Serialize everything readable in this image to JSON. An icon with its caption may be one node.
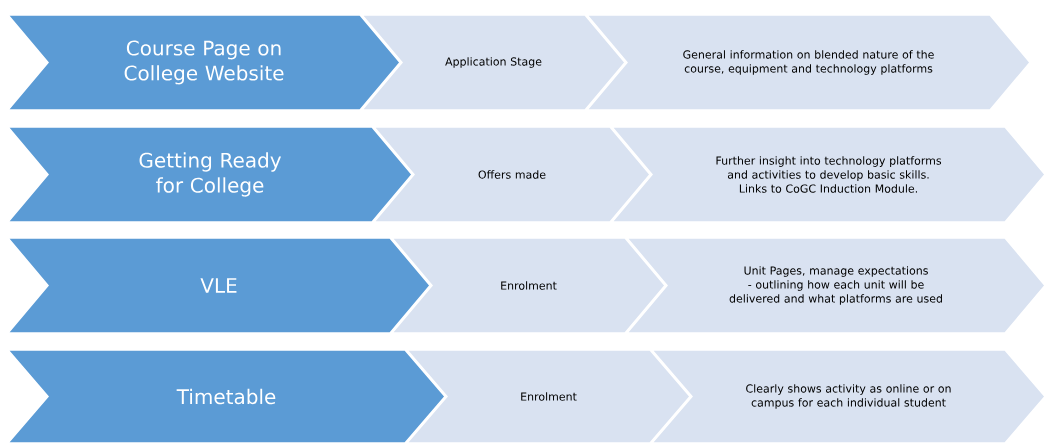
{
  "diagram": {
    "nodes": [
      {
        "text": [
          "Course Page on College Website"
        ]
      },
      {
        "text": [
          "Application Stage"
        ]
      },
      {
        "text": [
          "General information on blended nature of the course, equipment and technology platforms"
        ]
      },
      {
        "text": [
          "Getting Ready for College"
        ]
      },
      {
        "text": [
          "Offers made"
        ]
      },
      {
        "text": [
          "Further insight into technology platforms and activities to develop basic skills. Links to CoGC Induction Module."
        ]
      },
      {
        "text": [
          "VLE"
        ]
      },
      {
        "text": [
          "Enrolment"
        ]
      },
      {
        "text": [
          "Unit Pages, manage expectations - outlining how each unit will be delivered and what platforms are used"
        ]
      },
      {
        "text": [
          "Timetable"
        ]
      },
      {
        "text": [
          "Enrolment"
        ]
      },
      {
        "text": [
          "Clearly shows activity as online or on campus for each individual student"
        ]
      }
    ]
  }
}
